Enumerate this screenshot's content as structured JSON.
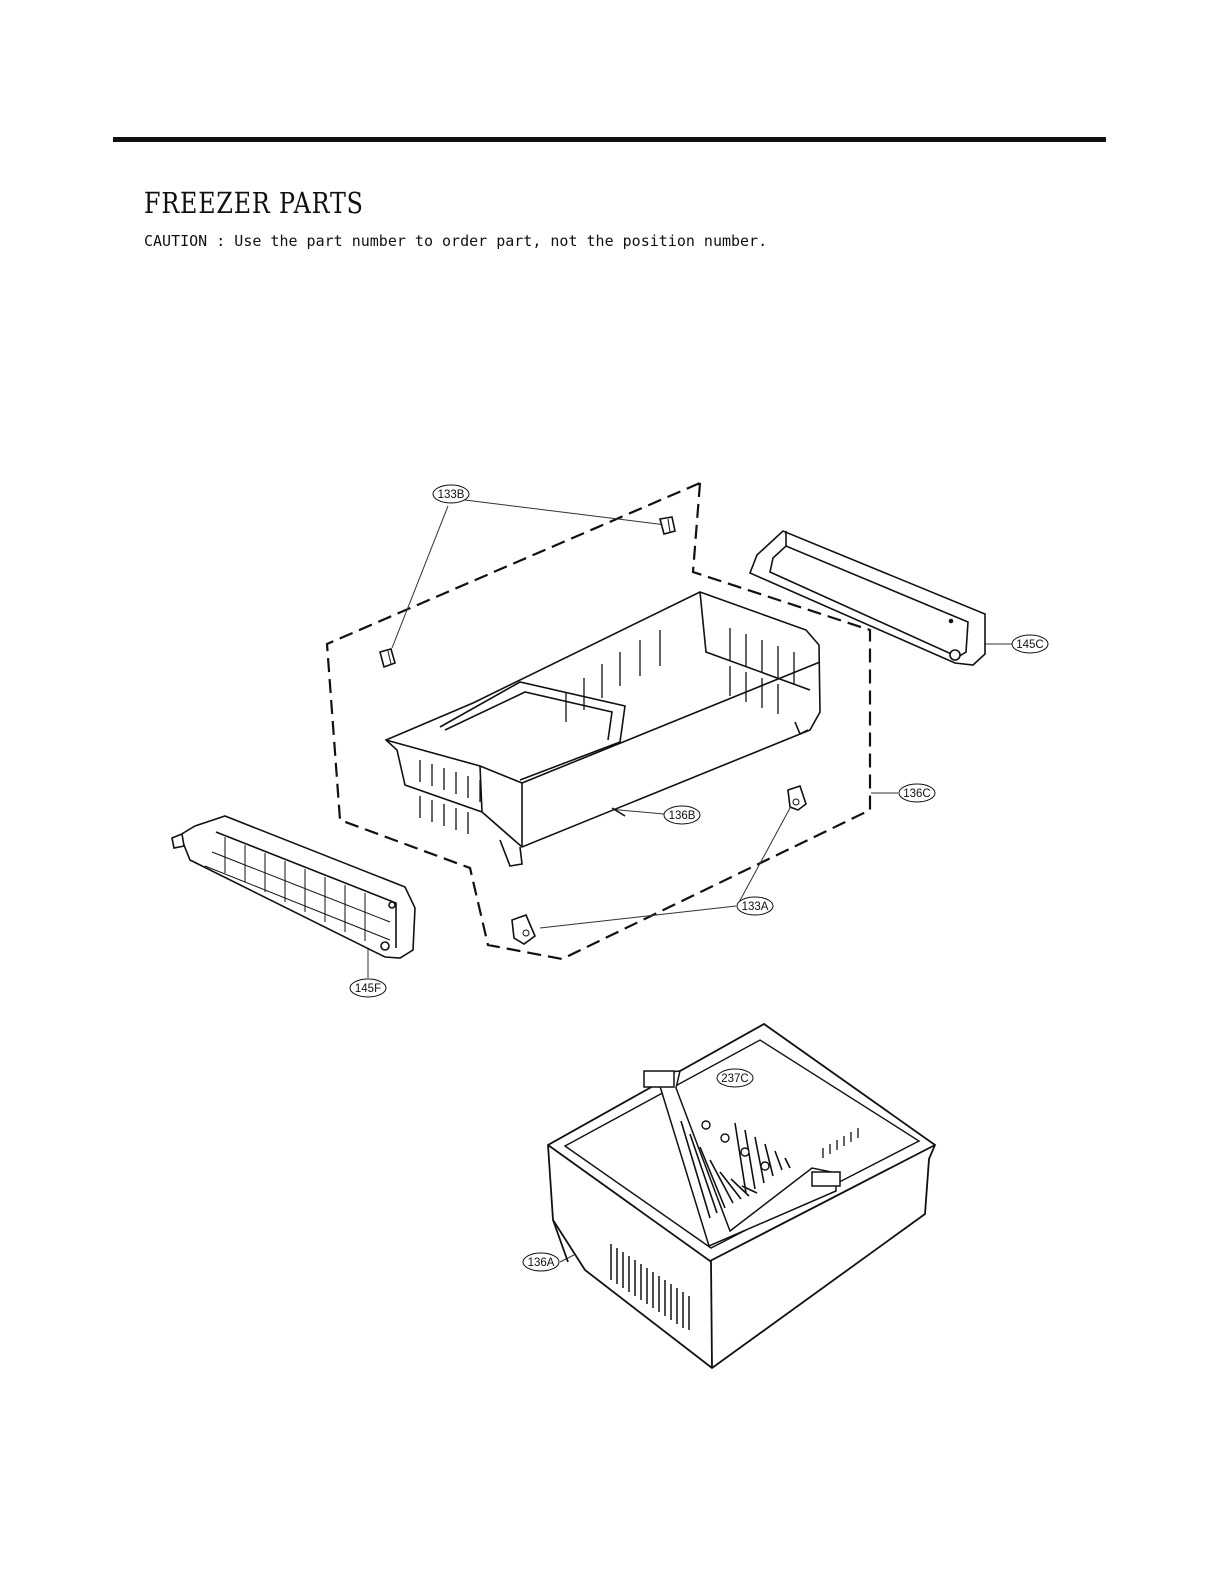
{
  "page": {
    "title": "FREEZER PARTS",
    "caution": "CAUTION : Use the part number to order part, not the position number."
  },
  "callouts": {
    "p133B": "133B",
    "p145C": "145C",
    "p136C": "136C",
    "p136B": "136B",
    "p133A": "133A",
    "p145F": "145F",
    "p237C": "237C",
    "p136A": "136A"
  }
}
